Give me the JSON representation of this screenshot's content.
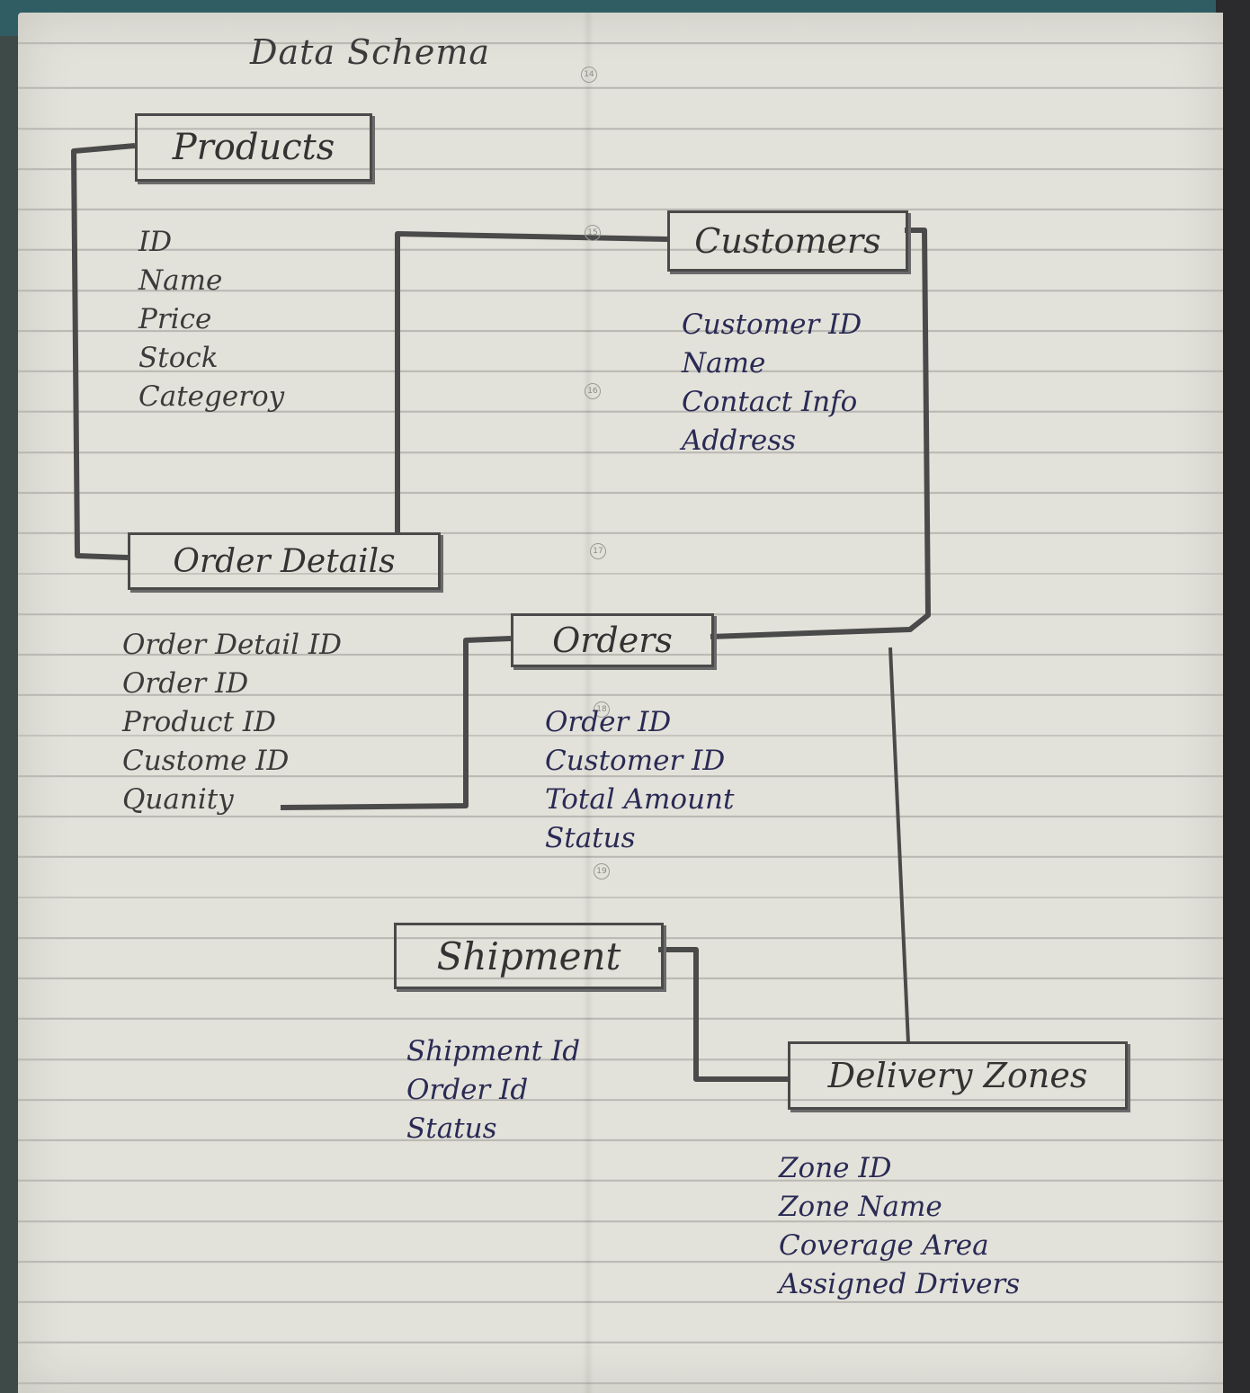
{
  "title": "Data Schema",
  "entities": {
    "products": {
      "name": "Products",
      "attributes": [
        "ID",
        "Name",
        "Price",
        "Stock",
        "Categeroy"
      ]
    },
    "customers": {
      "name": "Customers",
      "attributes": [
        "Customer ID",
        "Name",
        "Contact Info",
        "Address"
      ]
    },
    "order_details": {
      "name": "Order Details",
      "attributes": [
        "Order Detail ID",
        "Order ID",
        "Product ID",
        "Custome ID",
        "Quanity"
      ]
    },
    "orders": {
      "name": "Orders",
      "attributes": [
        "Order ID",
        "Customer ID",
        "Total Amount",
        "Status"
      ]
    },
    "shipment": {
      "name": "Shipment",
      "attributes": [
        "Shipment Id",
        "Order Id",
        "Status"
      ]
    },
    "delivery_zones": {
      "name": "Delivery Zones",
      "attributes": [
        "Zone ID",
        "Zone Name",
        "Coverage Area",
        "Assigned Drivers"
      ]
    }
  },
  "page_numbers": [
    "14",
    "15",
    "16",
    "17",
    "18",
    "19"
  ],
  "colors": {
    "pencil": "#3b3b3b",
    "ink": "#2a2a55",
    "paper": "#e3e2da"
  }
}
